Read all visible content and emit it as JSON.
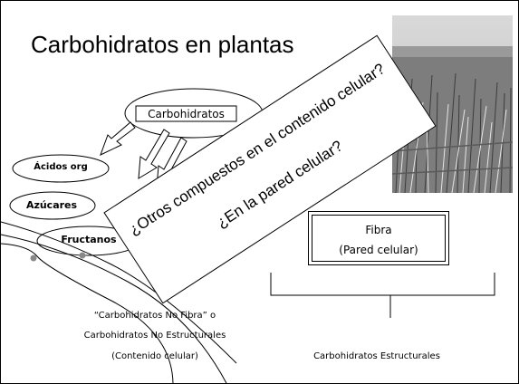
{
  "slide": {
    "title": "Carbohidratos en plantas",
    "root_node": "Carbohidratos",
    "nodes": {
      "acidos": "Ácidos org",
      "azucares": "Azúcares",
      "fructanos": "Fructanos"
    },
    "fibra_box": {
      "line1": "Fibra",
      "line2": "(Pared celular)"
    },
    "left_caption": {
      "line1": "“Carbohidratos No Fibra”  o",
      "line2": "Carbohidratos No Estructurales",
      "line3": "(Contenido celular)"
    },
    "right_caption": "Carbohidratos Estructurales",
    "overlay": {
      "line1": "¿Otros compuestos en el contenido celular?",
      "line2": "¿En la pared celular?"
    },
    "photo_icon": "grass-field-photo"
  }
}
